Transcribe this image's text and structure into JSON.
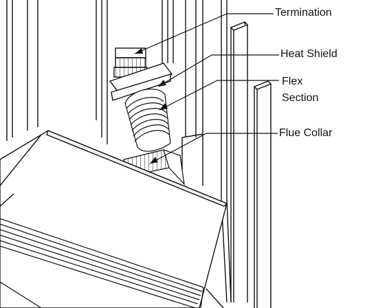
{
  "labels": {
    "termination": "Termination",
    "heat_shield": "Heat Shield",
    "flex_line1": "Flex",
    "flex_line2": "Section",
    "flue_collar": "Flue Collar"
  },
  "colors": {
    "line": "#111111",
    "background": "#ffffff",
    "shade": "#e8e8e8"
  }
}
